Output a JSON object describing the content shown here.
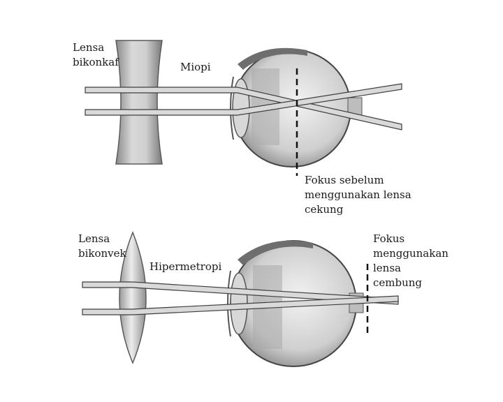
{
  "top_panel": {
    "lens_label": "Lensa\nbikonkaf",
    "condition_label": "Miopi",
    "focus_label": "Fokus sebelum\nmenggunakan lensa\ncekung"
  },
  "bottom_panel": {
    "lens_label": "Lensa\nbikonvek",
    "condition_label": "Hipermetropi",
    "focus_label": "Fokus\nmenggunakan\nlensa\ncembung"
  }
}
